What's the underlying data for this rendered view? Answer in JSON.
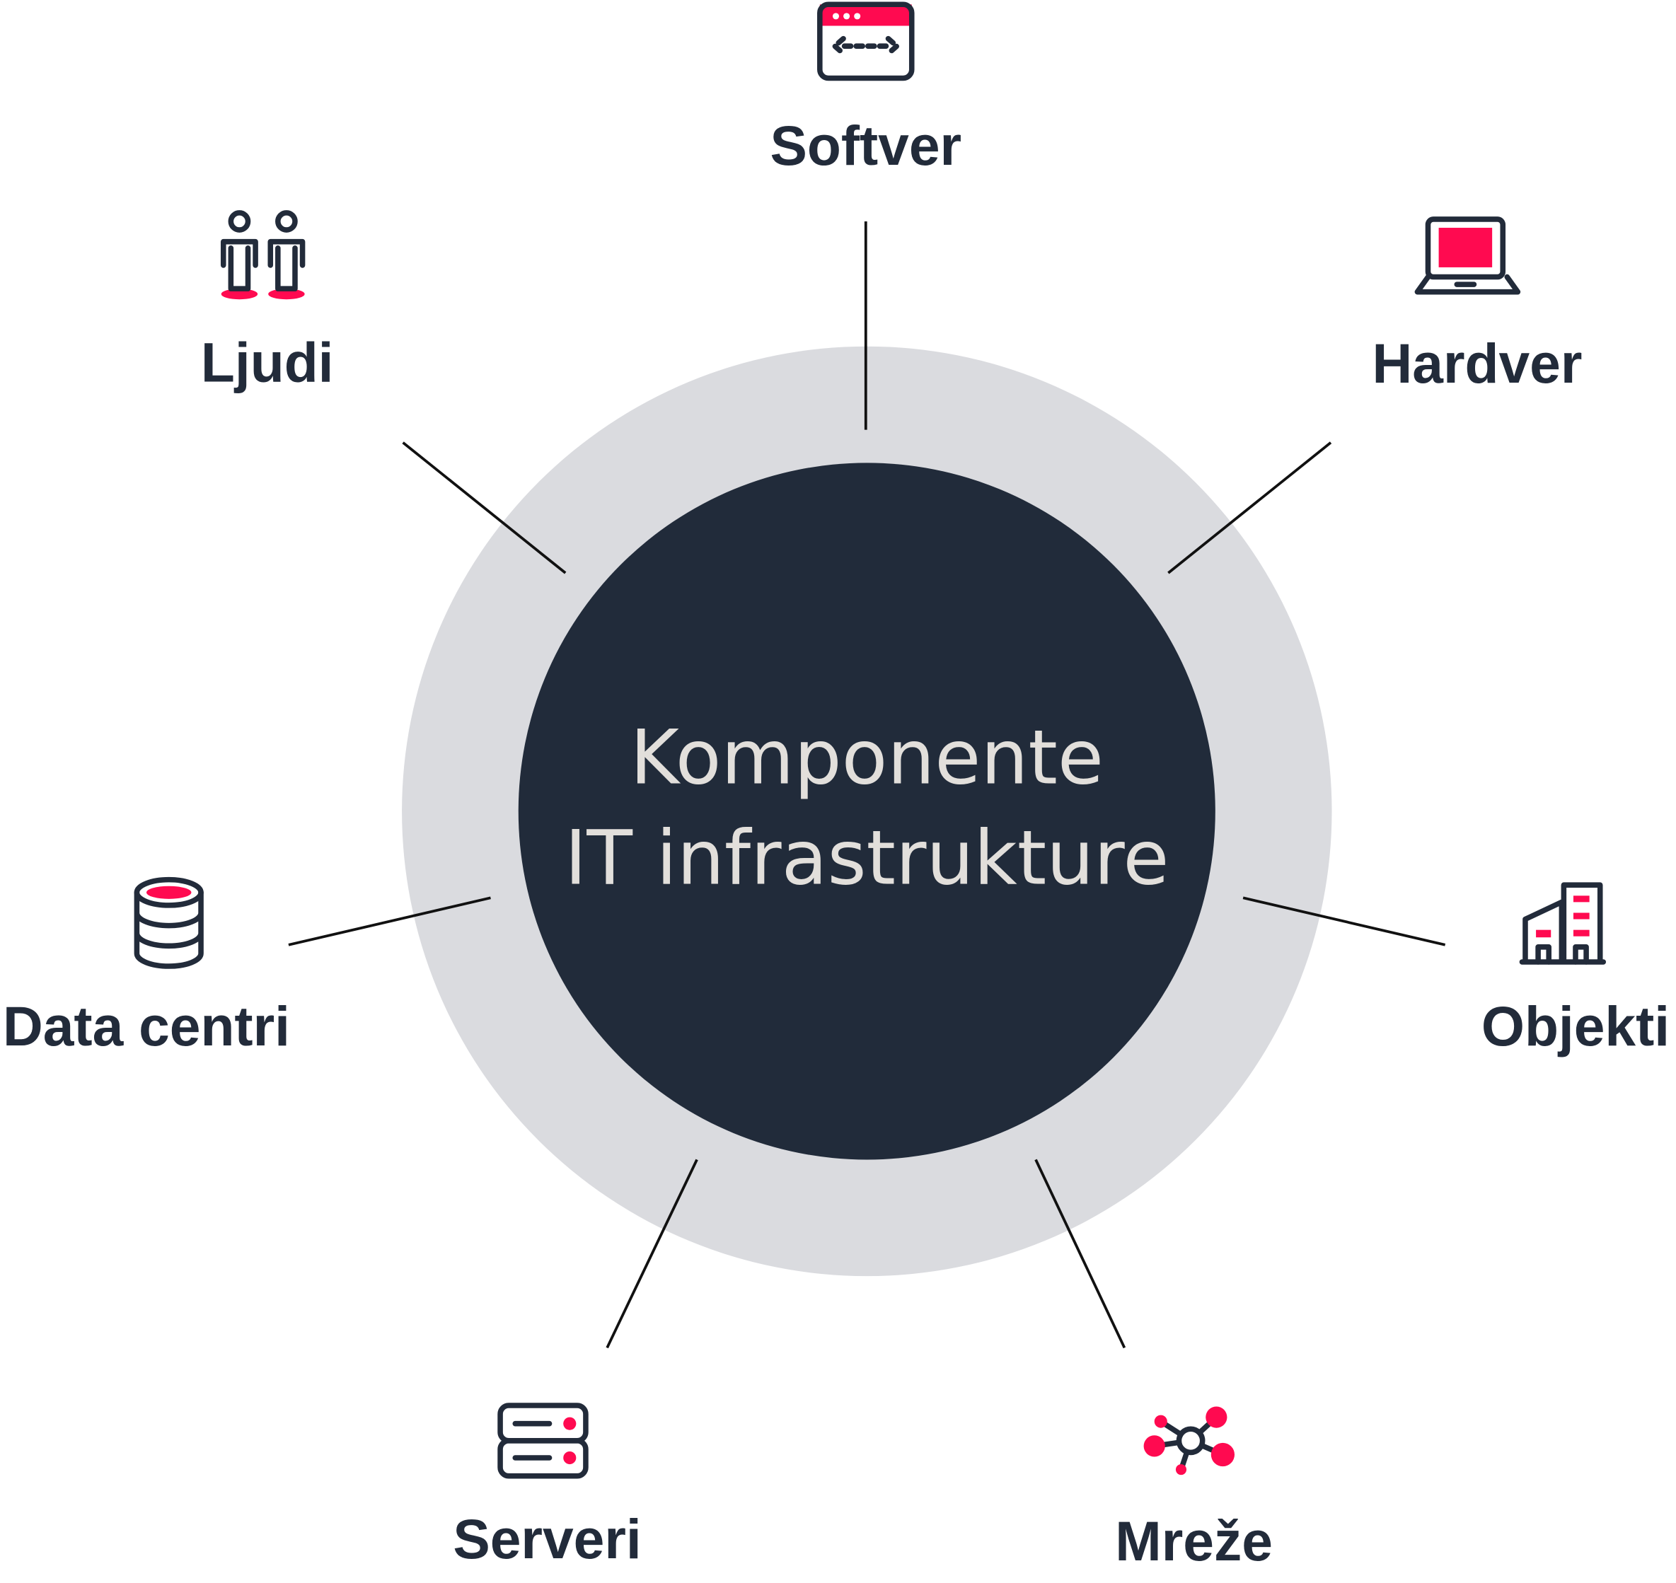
{
  "colors": {
    "dark": "#212b3a",
    "accent": "#ff0a50",
    "ring": "#dadbdf",
    "center_text": "#e2dfdb"
  },
  "center": {
    "line1": "Komponente",
    "line2": "IT infrastrukture"
  },
  "components": [
    {
      "label": "Softver",
      "icon": "code-window-icon"
    },
    {
      "label": "Hardver",
      "icon": "laptop-icon"
    },
    {
      "label": "Objekti",
      "icon": "building-icon"
    },
    {
      "label": "Mreže",
      "icon": "network-icon"
    },
    {
      "label": "Serveri",
      "icon": "server-icon"
    },
    {
      "label": "Data centri",
      "icon": "database-icon"
    },
    {
      "label": "Ljudi",
      "icon": "people-icon"
    }
  ]
}
